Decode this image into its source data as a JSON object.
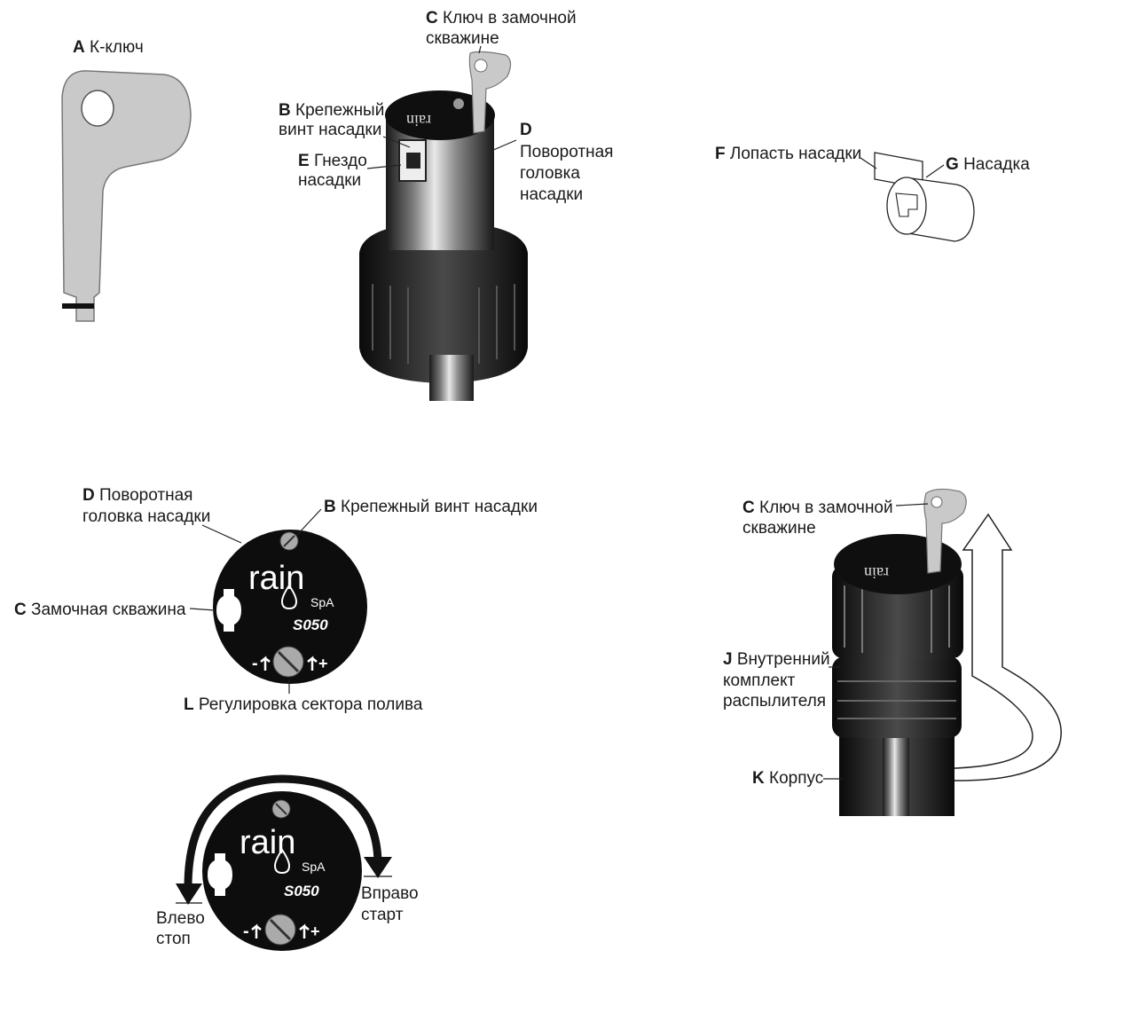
{
  "labels": {
    "a": {
      "letter": "A",
      "text": "К-ключ"
    },
    "c1": {
      "letter": "C",
      "line1": "Ключ в замочной",
      "line2": "скважине"
    },
    "b1": {
      "letter": "B",
      "line1": "Крепежный",
      "line2": "винт насадки"
    },
    "e": {
      "letter": "E",
      "line1": "Гнездо",
      "line2": "насадки"
    },
    "d1": {
      "letter": "D",
      "line1": "Поворотная",
      "line2": "головка",
      "line3": "насадки"
    },
    "f": {
      "letter": "F",
      "text": "Лопасть насадки"
    },
    "g": {
      "letter": "G",
      "text": "Насадка"
    },
    "d2": {
      "letter": "D",
      "line1": "Поворотная",
      "line2": "головка насадки"
    },
    "b2": {
      "letter": "B",
      "text": "Крепежный винт насадки"
    },
    "c2": {
      "letter": "C",
      "text": "Замочная скважина"
    },
    "l": {
      "letter": "L",
      "text": "Регулировка сектора полива"
    },
    "c3": {
      "letter": "C",
      "line1": "Ключ в замочной",
      "line2": "скважине"
    },
    "j": {
      "letter": "J",
      "line1": "Внутренний",
      "line2": "комплект",
      "line3": "распылителя"
    },
    "k": {
      "letter": "K",
      "text": "Корпус"
    },
    "left": {
      "line1": "Влево",
      "line2": "стоп"
    },
    "right": {
      "line1": "Вправо",
      "line2": "старт"
    }
  },
  "dial": {
    "brand": "rain",
    "suffix": "SpA",
    "model": "S050",
    "minus": "-",
    "plus": "+"
  },
  "colors": {
    "ink": "#111111",
    "key_fill": "#c9c9c9",
    "label": "#1a1a1a"
  }
}
